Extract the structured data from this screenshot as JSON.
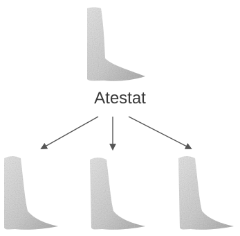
{
  "diagram": {
    "center_label": "Atestat",
    "nodes": [
      {
        "role": "parent",
        "icon": "document-sheet-icon"
      },
      {
        "role": "child",
        "icon": "document-sheet-icon"
      },
      {
        "role": "child",
        "icon": "document-sheet-icon"
      },
      {
        "role": "child",
        "icon": "document-sheet-icon"
      }
    ],
    "edges": [
      {
        "from": "parent",
        "to": "child-1"
      },
      {
        "from": "parent",
        "to": "child-2"
      },
      {
        "from": "parent",
        "to": "child-3"
      }
    ],
    "colors": {
      "sheet": "#bdbdbd",
      "sheet_shadow": "#8f8f8f",
      "arrow": "#555555",
      "text": "#3a3a3a"
    }
  }
}
